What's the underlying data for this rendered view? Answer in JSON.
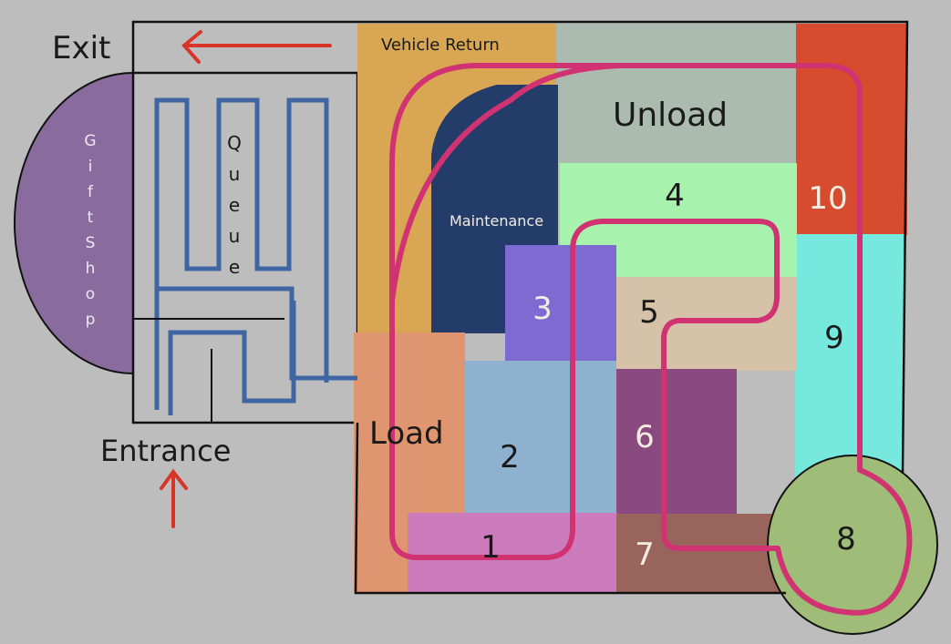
{
  "title": "Ride layout diagram",
  "labels": {
    "exit": "Exit",
    "entrance": "Entrance",
    "gift_shop": [
      "G",
      "i",
      "f",
      "t",
      "S",
      "h",
      "o",
      "p"
    ],
    "queue": [
      "Q",
      "u",
      "e",
      "u",
      "e"
    ],
    "vehicle_return": "Vehicle Return",
    "unload": "Unload",
    "maintenance": "Maintenance",
    "load": "Load"
  },
  "zones": [
    {
      "id": "1",
      "label": "1",
      "color": "#cc7bbd",
      "text_color": "#1a1a1a"
    },
    {
      "id": "2",
      "label": "2",
      "color": "#8fb1d0",
      "text_color": "#1a1a1a"
    },
    {
      "id": "3",
      "label": "3",
      "color": "#7d6bd2",
      "text_color": "#f3ece0"
    },
    {
      "id": "4",
      "label": "4",
      "color": "#a7f2ad",
      "text_color": "#1a1a1a"
    },
    {
      "id": "5",
      "label": "5",
      "color": "#d6c1a9",
      "text_color": "#1a1a1a"
    },
    {
      "id": "6",
      "label": "6",
      "color": "#8b4a7f",
      "text_color": "#f3ece0"
    },
    {
      "id": "7",
      "label": "7",
      "color": "#99645b",
      "text_color": "#f3ece0"
    },
    {
      "id": "8",
      "label": "8",
      "color": "#9fbd78",
      "text_color": "#1a1a1a"
    },
    {
      "id": "9",
      "label": "9",
      "color": "#76e8de",
      "text_color": "#1a1a1a"
    },
    {
      "id": "10",
      "label": "10",
      "color": "#d74b2e",
      "text_color": "#f3ece0"
    }
  ],
  "areas": {
    "vehicle_return_color": "#d9a653",
    "unload_color": "#acbbaf",
    "maintenance_color": "#243c69",
    "load_color": "#df9670",
    "gift_shop_color": "#8a6b9e"
  },
  "colors": {
    "background": "#bdbdbd",
    "track": "#d13272",
    "queue_path": "#3f66a3",
    "arrow": "#d7352a",
    "outline": "#111111"
  }
}
